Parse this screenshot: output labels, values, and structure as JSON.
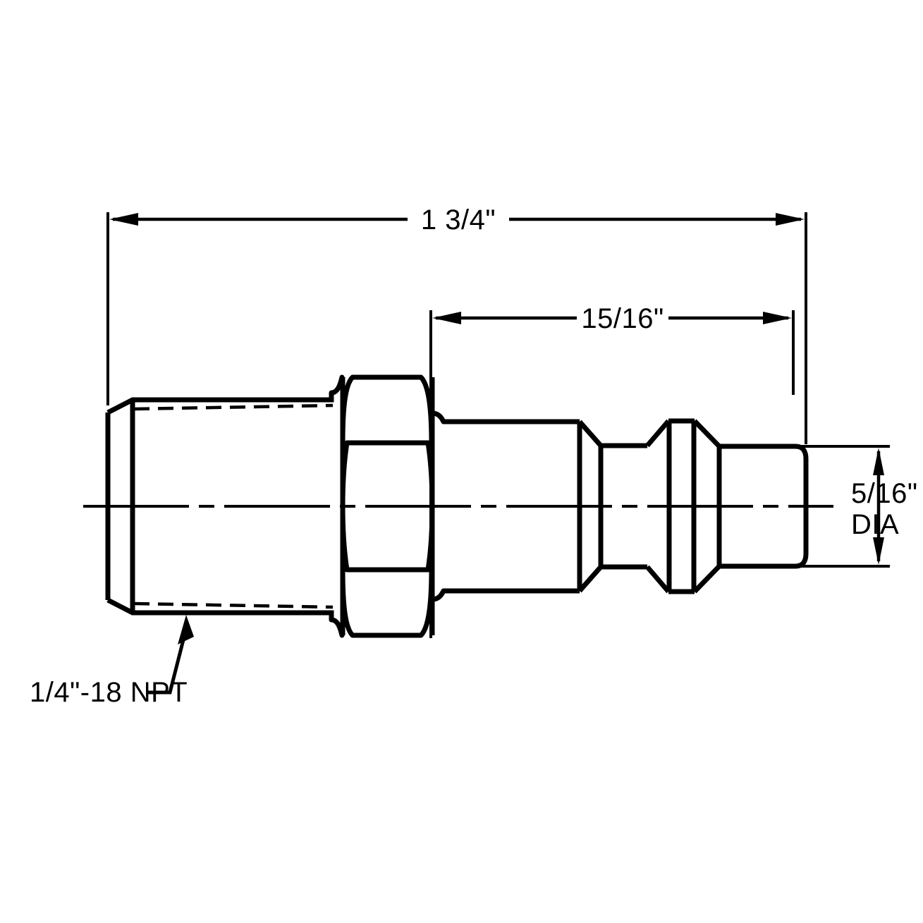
{
  "drawing": {
    "title": "Quick Connect Coupler Plug",
    "background_color": "#ffffff",
    "line_color": "#000000"
  },
  "dimensions": {
    "overall_length": {
      "label": "1 3/4\"",
      "name": "overall-length-dimension",
      "orientation": "horizontal"
    },
    "plug_length": {
      "label": "15/16\"",
      "name": "plug-length-dimension",
      "orientation": "horizontal"
    },
    "nose_diameter": {
      "label_line1": "5/16\"",
      "label_line2": "DIA",
      "name": "nose-diameter-dimension",
      "orientation": "vertical"
    }
  },
  "callouts": {
    "thread_spec": {
      "label": "1/4\"-18 NPT",
      "name": "npt-thread-callout"
    }
  },
  "features": {
    "npt_thread_end": "1/4\"-18 NPT male pipe thread",
    "hex_flats": "hex wrench flats",
    "body_cylinder": "plug body",
    "groove": "locking ball groove",
    "collar": "raised collar",
    "nose": "5/16\" diameter nose"
  }
}
